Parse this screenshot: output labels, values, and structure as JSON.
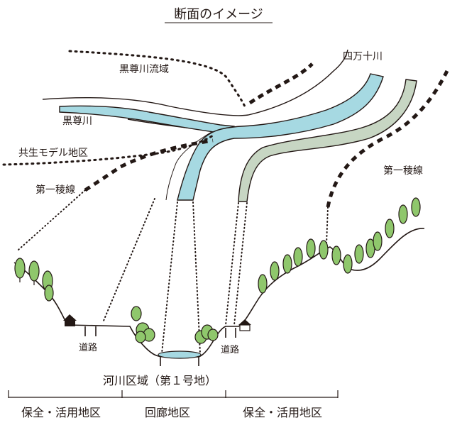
{
  "title": "断面のイメージ",
  "labels": {
    "kurosongawa_basin": "黒尊川流域",
    "shimanto": "四万十川",
    "kurosongawa": "黒尊川",
    "kyosei_model": "共生モデル地区",
    "ridge_left": "第一稜線",
    "ridge_right": "第一稜線",
    "road_left": "道路",
    "road_right": "道路",
    "river_area": "河川区域（第１号地）"
  },
  "zones": [
    "保全・活用地区",
    "回廊地区",
    "保全・活用地区"
  ],
  "colors": {
    "river_blue": "#a6d9e2",
    "river_green": "#c7d6c3",
    "tree_green": "#8fc76c",
    "line": "#231815"
  }
}
